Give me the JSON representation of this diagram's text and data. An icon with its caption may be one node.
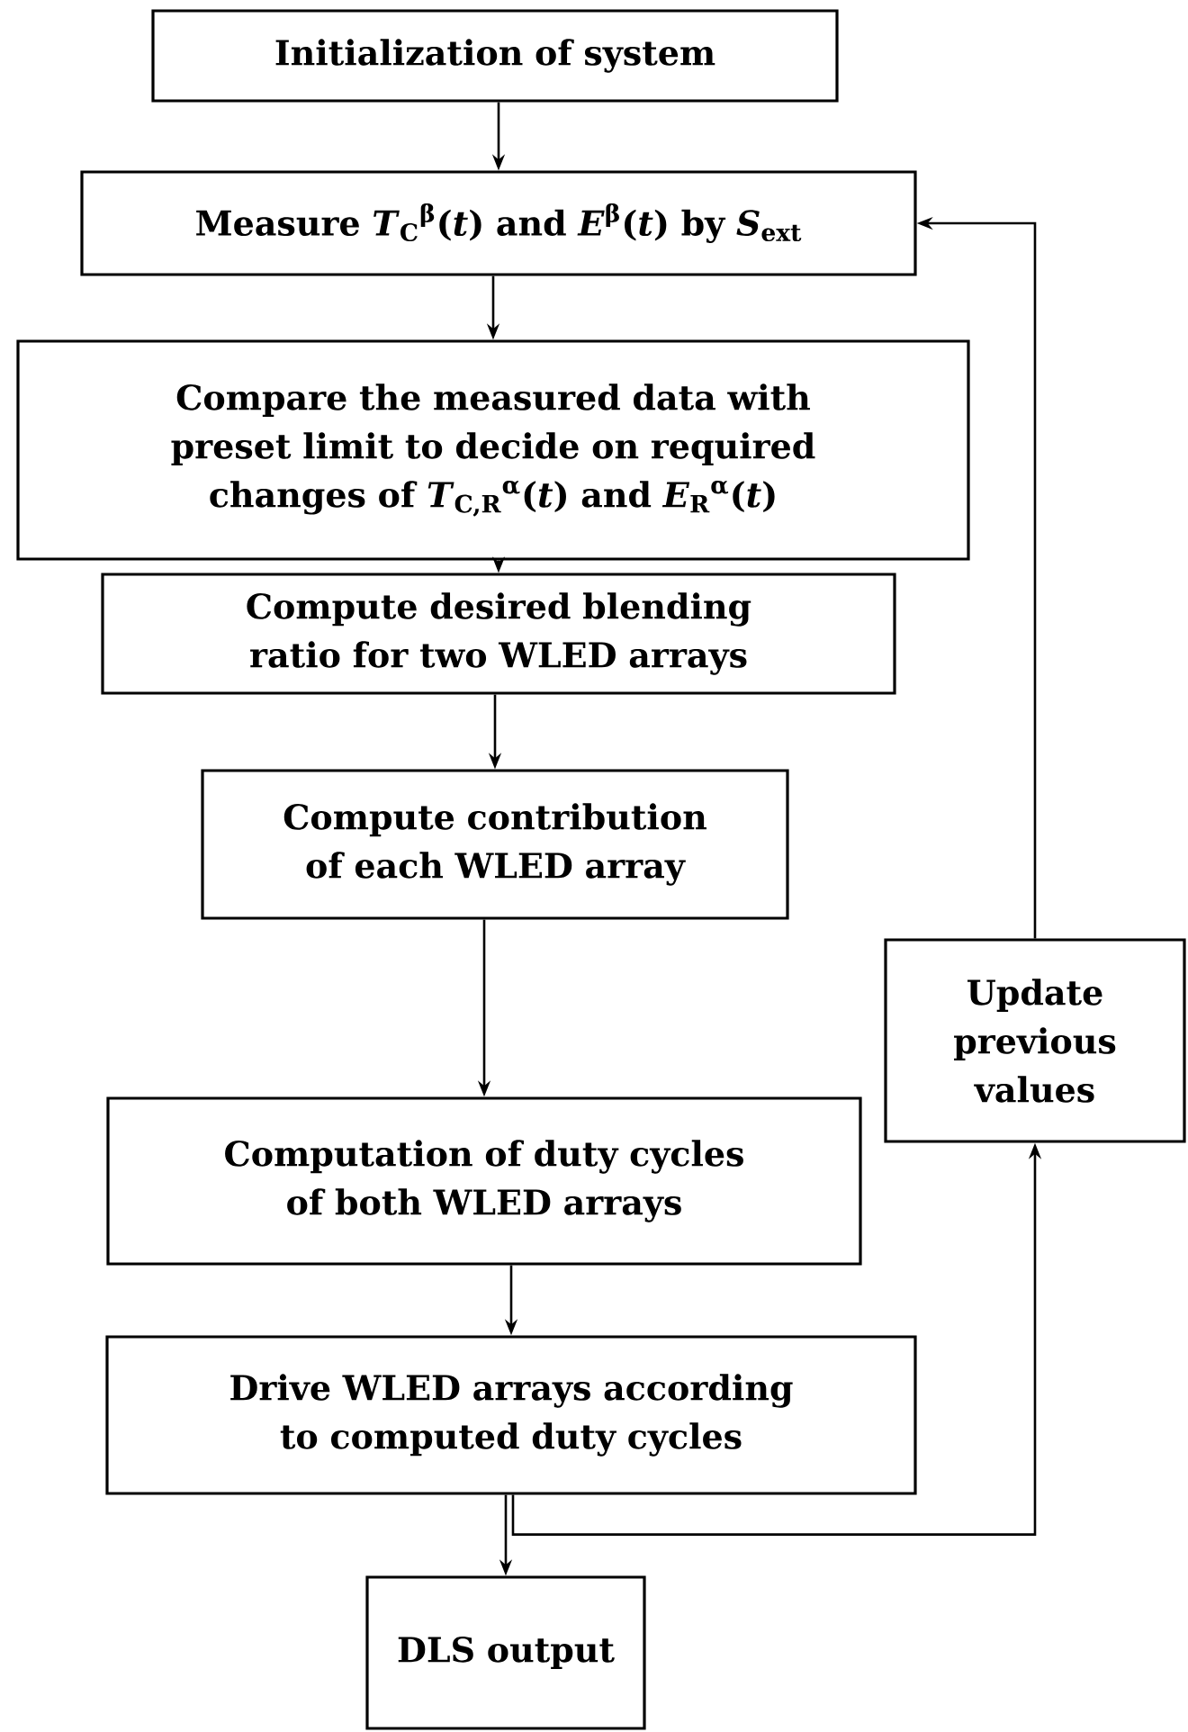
{
  "diagram": {
    "nodes": [
      {
        "text": [
          "Initialization of system"
        ]
      },
      {
        "text": [
          "Measure *T*$_{C}$$^{β}$(*t*) and *E*$^{β}$(*t*) by *S*$_{ext}$"
        ]
      },
      {
        "text": [
          "Compare the measured data with preset limit to decide on required changes of *T*$_{C,R}$$^{α}$(*t*) and *E*$_{R}$$^{α}$(*t*)"
        ]
      },
      {
        "text": [
          "Compute desired blending ratio for two WLED arrays"
        ]
      },
      {
        "text": [
          "Compute contribution of each WLED array"
        ]
      },
      {
        "text": [
          "Computation of duty cycles of both WLED arrays"
        ]
      },
      {
        "text": [
          "Drive WLED arrays according to computed duty cycles"
        ]
      },
      {
        "text": [
          "DLS output"
        ]
      },
      {
        "text": [
          "Update previous values"
        ]
      }
    ],
    "edges": [
      {
        "from": 0,
        "to": 1,
        "arrow": "to"
      },
      {
        "from": 1,
        "to": 2,
        "arrow": "to"
      },
      {
        "from": 2,
        "to": 3,
        "arrow": "to"
      },
      {
        "from": 3,
        "to": 4,
        "arrow": "to"
      },
      {
        "from": 4,
        "to": 5,
        "arrow": "to"
      },
      {
        "from": 5,
        "to": 6,
        "arrow": "to"
      },
      {
        "from": 6,
        "to": 7,
        "arrow": "to"
      },
      {
        "from": 6,
        "to": 8,
        "arrow": "to"
      },
      {
        "from": 8,
        "to": 1,
        "arrow": "to"
      }
    ]
  }
}
